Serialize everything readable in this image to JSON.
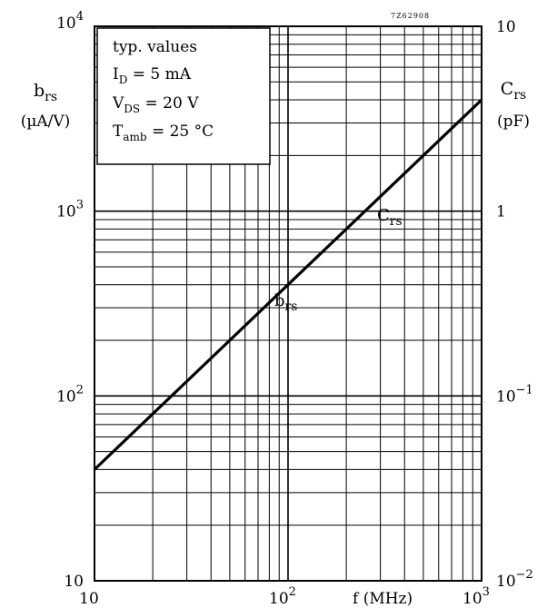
{
  "chart_data": {
    "type": "line",
    "xlabel": "f (MHz)",
    "x_scale": "log",
    "xlim": [
      10,
      1000
    ],
    "x_ticks": [
      {
        "base": "10",
        "exp": ""
      },
      {
        "base": "10",
        "exp": "2"
      },
      {
        "base": "10",
        "exp": "3"
      }
    ],
    "y_left": {
      "label_main": "b",
      "label_sub": "rs",
      "unit": "(µA/V)",
      "scale": "log",
      "lim": [
        10,
        10000
      ],
      "ticks": [
        {
          "base": "10",
          "exp": ""
        },
        {
          "base": "10",
          "exp": "2"
        },
        {
          "base": "10",
          "exp": "3"
        },
        {
          "base": "10",
          "exp": "4"
        }
      ]
    },
    "y_right": {
      "label_main": "C",
      "label_sub": "rs",
      "unit": "(pF)",
      "scale": "log",
      "lim": [
        0.01,
        10
      ],
      "ticks": [
        {
          "base": "10",
          "exp": "−2"
        },
        {
          "base": "10",
          "exp": "−1"
        },
        {
          "base": "1",
          "exp": ""
        },
        {
          "base": "10",
          "exp": ""
        }
      ]
    },
    "grid": true,
    "series": [
      {
        "name": "brs",
        "x": [
          10,
          100,
          1000
        ],
        "y": [
          40,
          400,
          4000
        ]
      }
    ],
    "series_labels": [
      {
        "main": "b",
        "sub": "rs"
      },
      {
        "main": "C",
        "sub": "rs"
      }
    ],
    "conditions": [
      {
        "main": "typ. values",
        "sub": "",
        "rest": ""
      },
      {
        "main": "I",
        "sub": "D",
        "rest": " = 5 mA"
      },
      {
        "main": "V",
        "sub": "DS",
        "rest": " = 20 V"
      },
      {
        "main": "T",
        "sub": "amb",
        "rest": " = 25 °C"
      }
    ],
    "figure_code": "7Z62908"
  }
}
